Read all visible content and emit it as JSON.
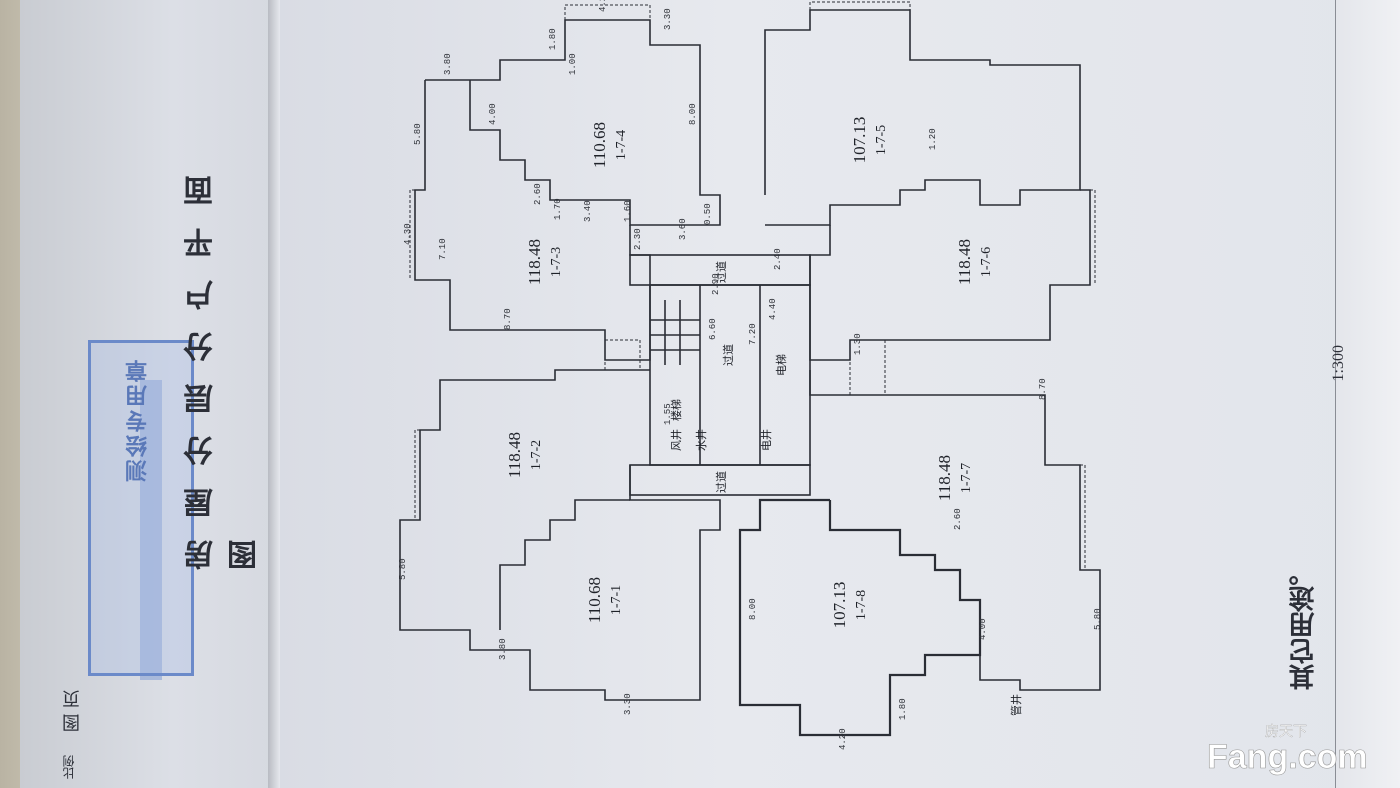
{
  "document": {
    "title": "房屋分层分户平面图",
    "scale": "1:300",
    "usage_fragment": "其它用途。",
    "page_label": "图 页",
    "corner_label": "比例",
    "stamp_text": "测绘专用章"
  },
  "units": [
    {
      "id": "1-7-1",
      "area": "110.68"
    },
    {
      "id": "1-7-2",
      "area": "118.48"
    },
    {
      "id": "1-7-3",
      "area": "118.48"
    },
    {
      "id": "1-7-4",
      "area": "110.68"
    },
    {
      "id": "1-7-5",
      "area": "107.13"
    },
    {
      "id": "1-7-6",
      "area": "118.48"
    },
    {
      "id": "1-7-7",
      "area": "118.48"
    },
    {
      "id": "1-7-8",
      "area": "107.13"
    }
  ],
  "core": {
    "stairs": "楼梯",
    "corridor": "过道",
    "elevator": "电梯",
    "wind_shaft": "风井",
    "water_shaft": "水井",
    "electric_shaft": "电井",
    "pipe_shaft": "管井"
  },
  "dimensions": [
    "4.20",
    "3.30",
    "1.80",
    "1.00",
    "3.80",
    "5.80",
    "4.00",
    "8.00",
    "7.10",
    "8.70",
    "2.30",
    "1.60",
    "3.40",
    "2.60",
    "1.70",
    "1.20",
    "3.60",
    "0.50",
    "2.90",
    "2.40",
    "4.40",
    "7.20",
    "6.60",
    "1.30",
    "1.55",
    "4.30"
  ],
  "watermark": {
    "brand": "房天下",
    "site": "Fang.com"
  }
}
